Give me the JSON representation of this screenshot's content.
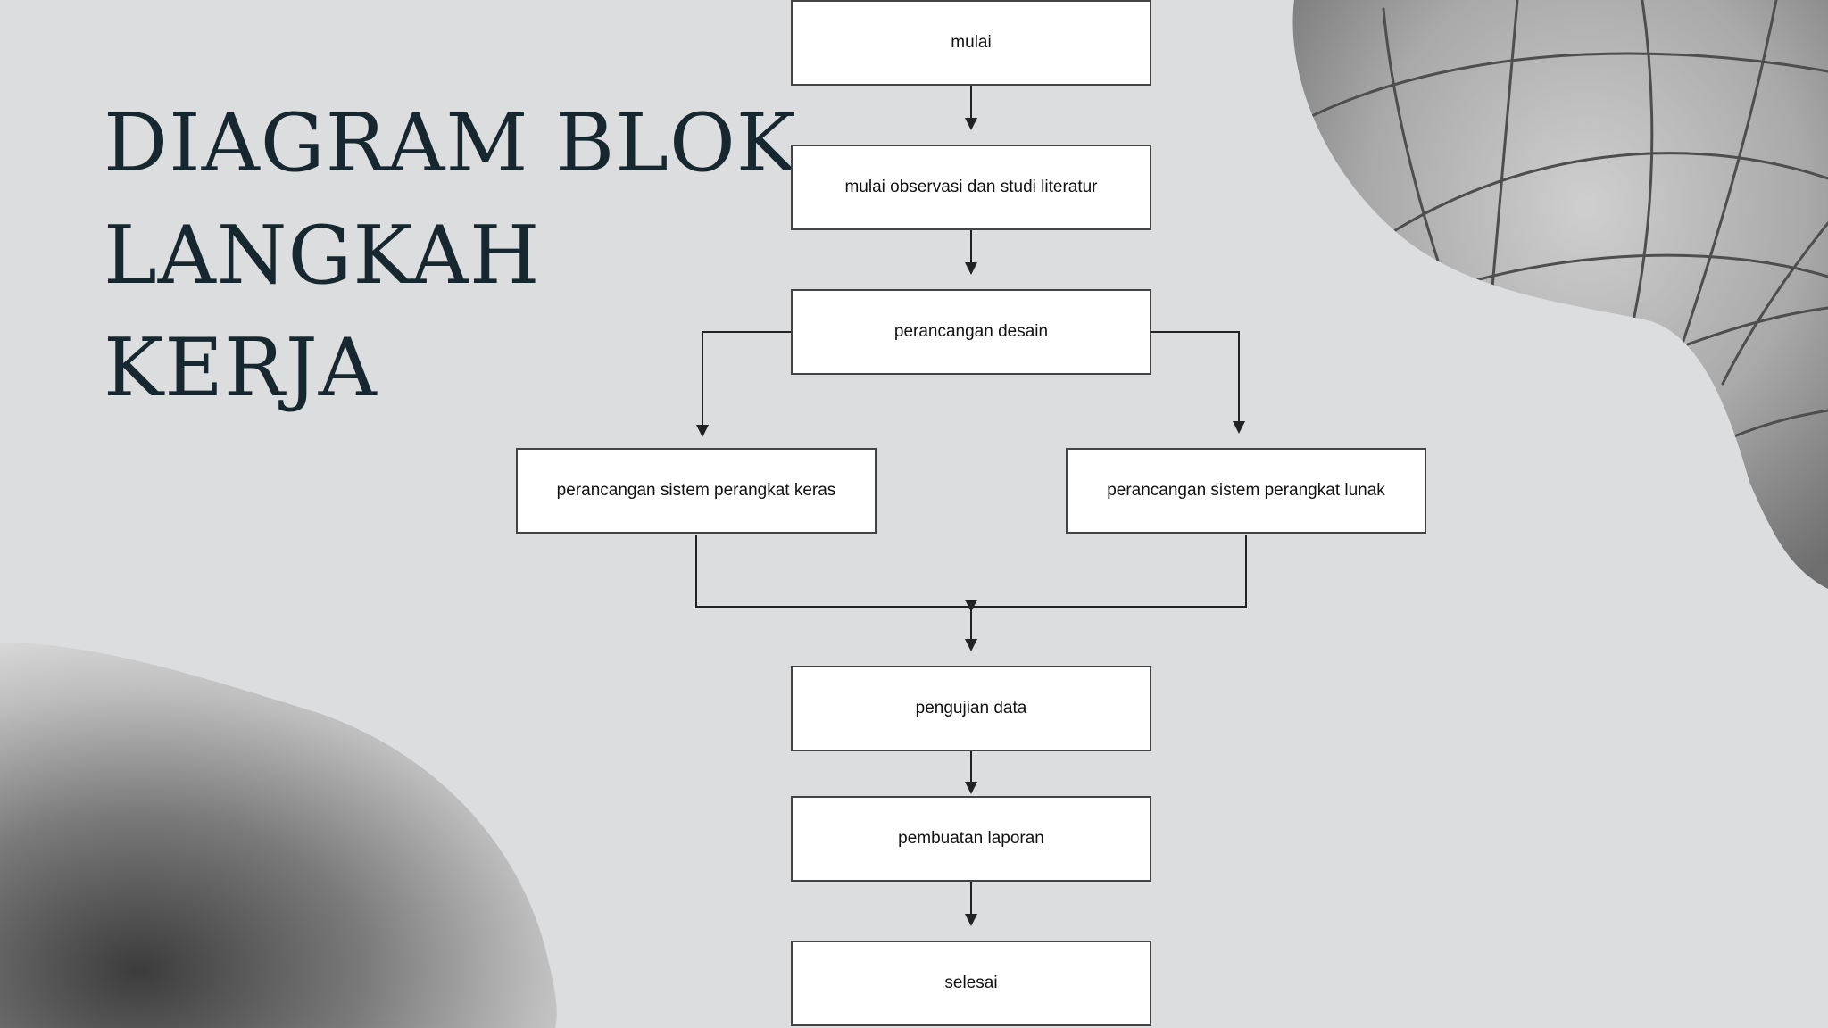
{
  "slide": {
    "title_lines": [
      "DIAGRAM BLOK",
      "LANGKAH",
      "KERJA"
    ]
  },
  "colors": {
    "background": "#dcddde",
    "title": "#16272f",
    "box_fill": "#ffffff",
    "box_border": "#444444",
    "connector": "#222222"
  },
  "flowchart": {
    "nodes": [
      {
        "id": "start",
        "label": "mulai"
      },
      {
        "id": "observe",
        "label": "mulai observasi dan studi literatur"
      },
      {
        "id": "design",
        "label": "perancangan desain"
      },
      {
        "id": "hardware",
        "label": "perancangan sistem perangkat keras"
      },
      {
        "id": "software",
        "label": "perancangan sistem perangkat lunak"
      },
      {
        "id": "testing",
        "label": "pengujian data"
      },
      {
        "id": "report",
        "label": "pembuatan laporan"
      },
      {
        "id": "end",
        "label": "selesai"
      }
    ],
    "edges": [
      {
        "from": "start",
        "to": "observe"
      },
      {
        "from": "observe",
        "to": "design"
      },
      {
        "from": "design",
        "to": "hardware"
      },
      {
        "from": "design",
        "to": "software"
      },
      {
        "from": "hardware",
        "to": "testing"
      },
      {
        "from": "software",
        "to": "testing"
      },
      {
        "from": "testing",
        "to": "report"
      },
      {
        "from": "report",
        "to": "end"
      }
    ]
  }
}
